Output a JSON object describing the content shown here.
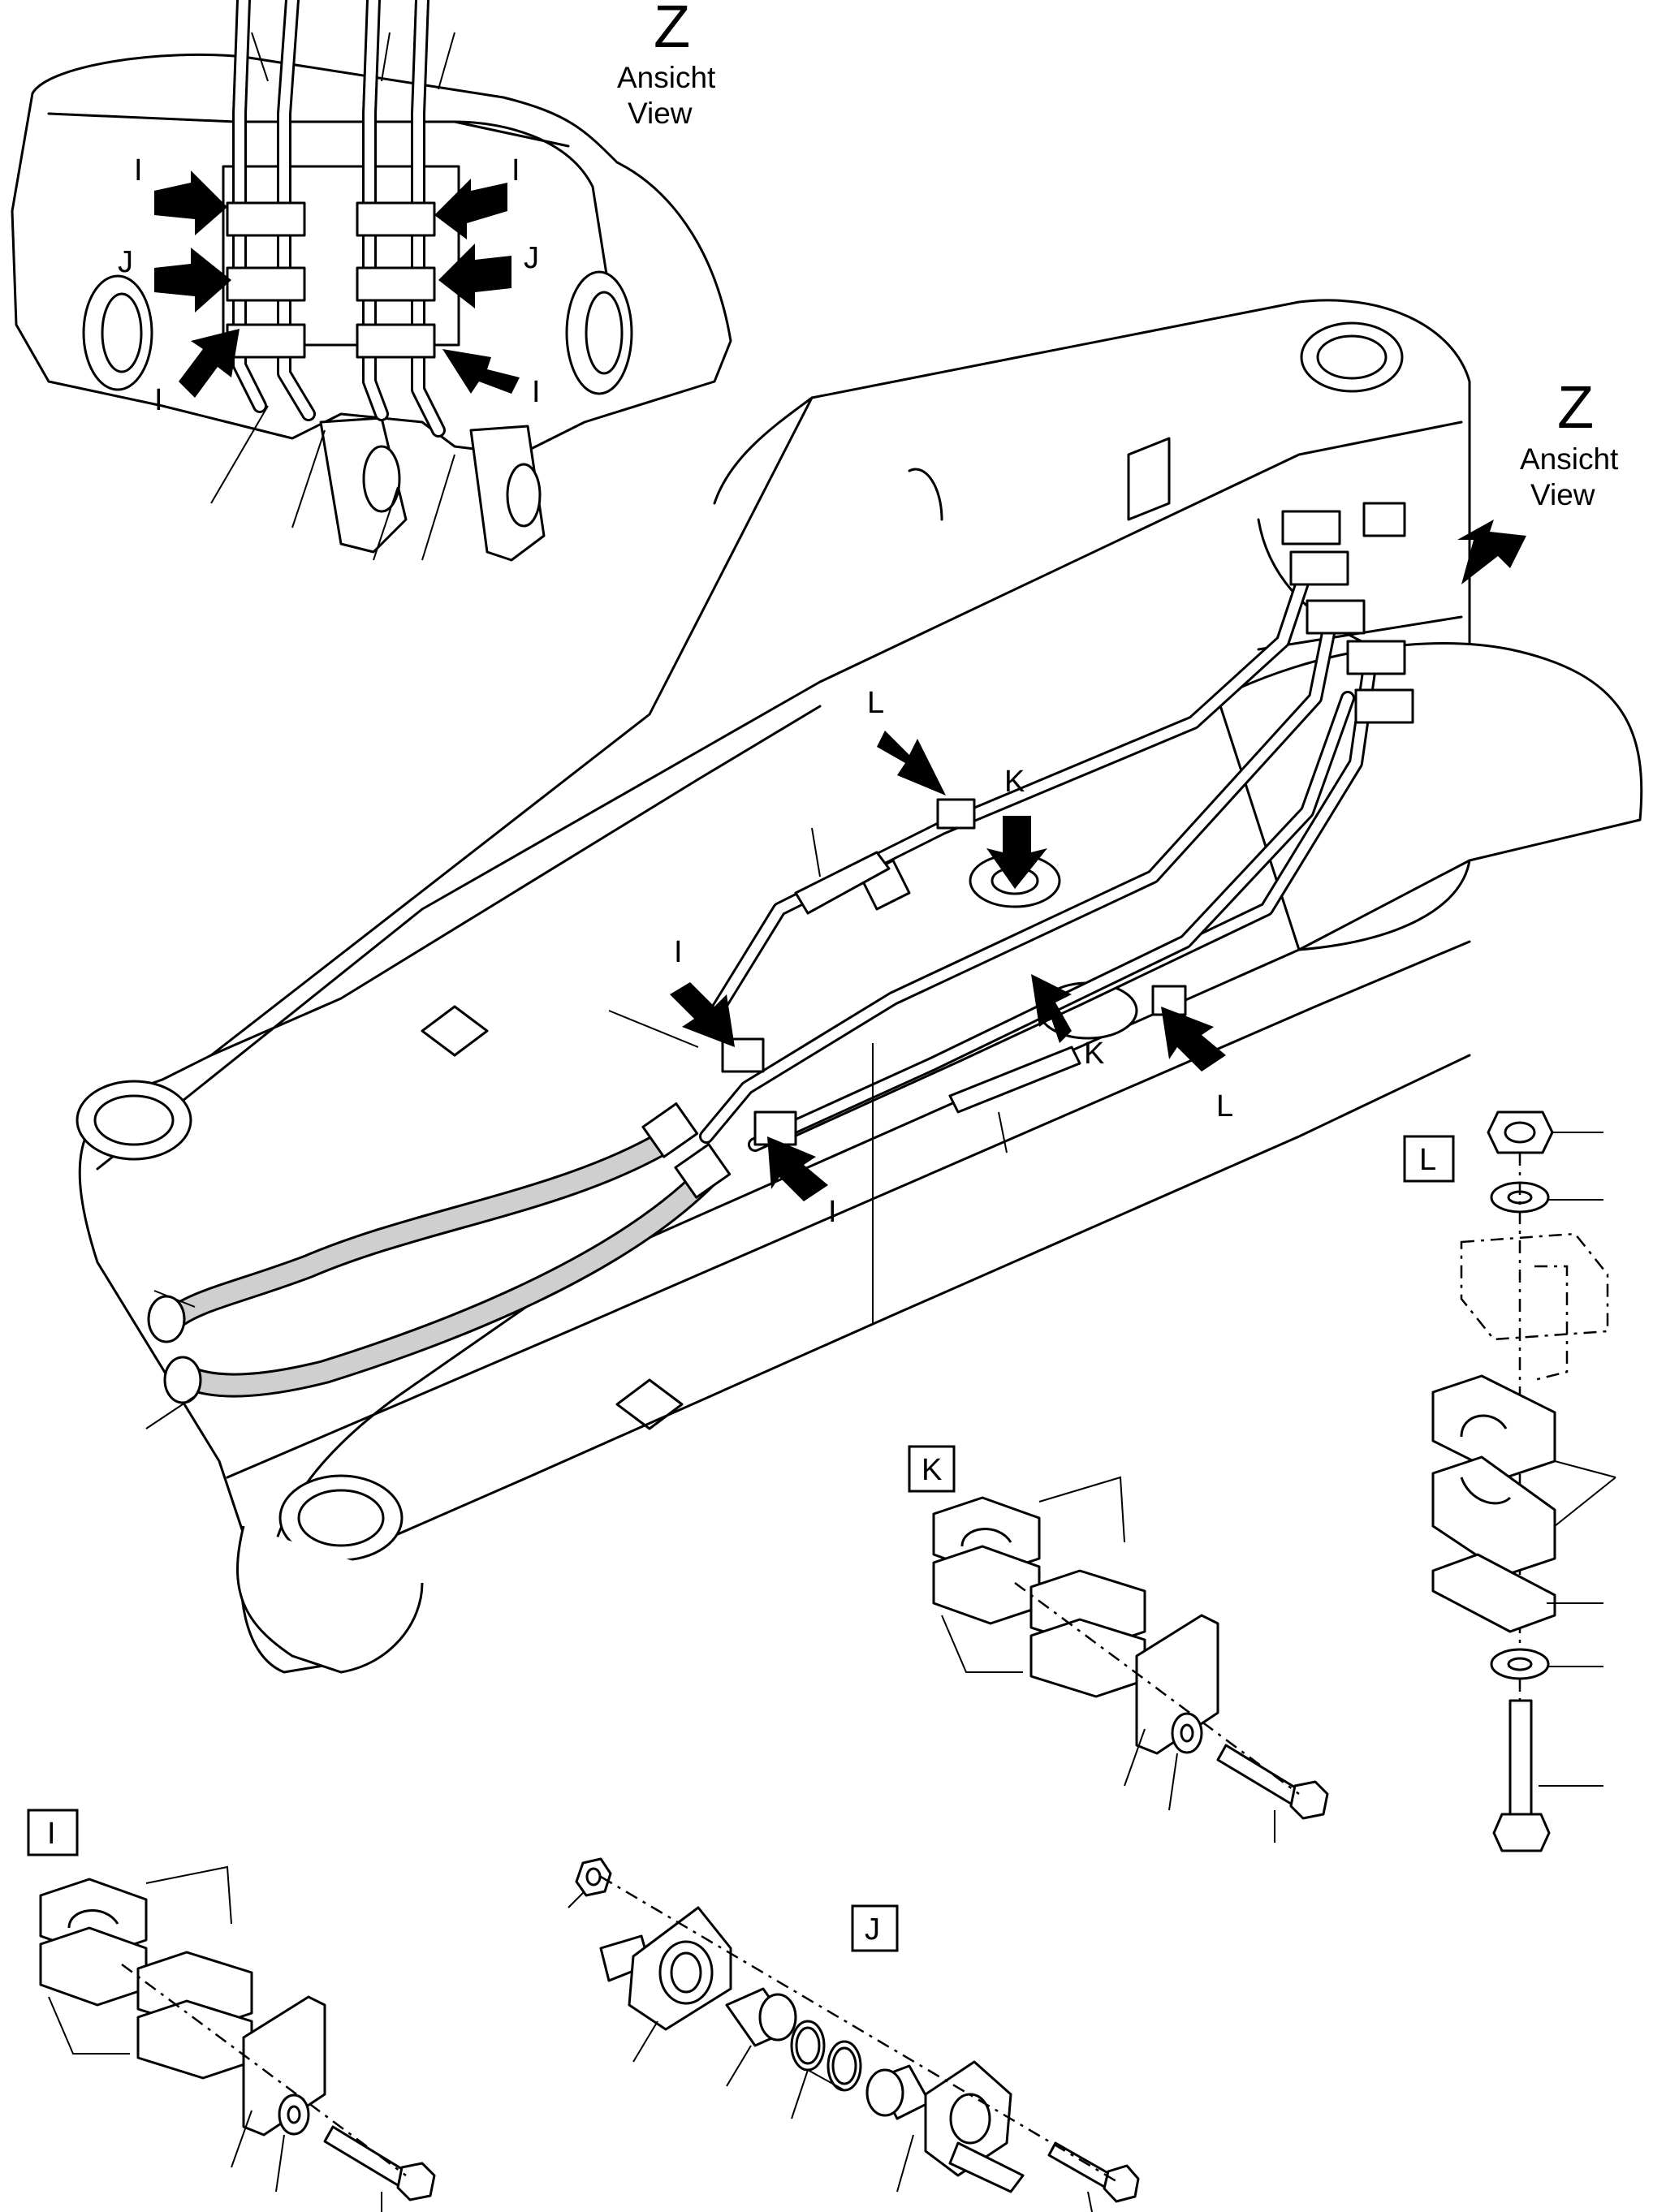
{
  "views": {
    "top_left": {
      "letter": "Z",
      "line1": "Ansicht",
      "line2": "View"
    },
    "right": {
      "letter": "Z",
      "line1": "Ansicht",
      "line2": "View"
    }
  },
  "callouts": {
    "inset": {
      "i_tl": "I",
      "i_tr": "I",
      "j_l": "J",
      "j_r": "J",
      "i_bl": "I",
      "i_br": "I"
    },
    "main": {
      "l_top": "L",
      "k_top": "K",
      "i_top": "I",
      "k_bot": "K",
      "l_bot": "L",
      "i_bot": "I"
    }
  },
  "detail_boxes": {
    "L": "L",
    "K": "K",
    "I": "I",
    "J": "J"
  }
}
